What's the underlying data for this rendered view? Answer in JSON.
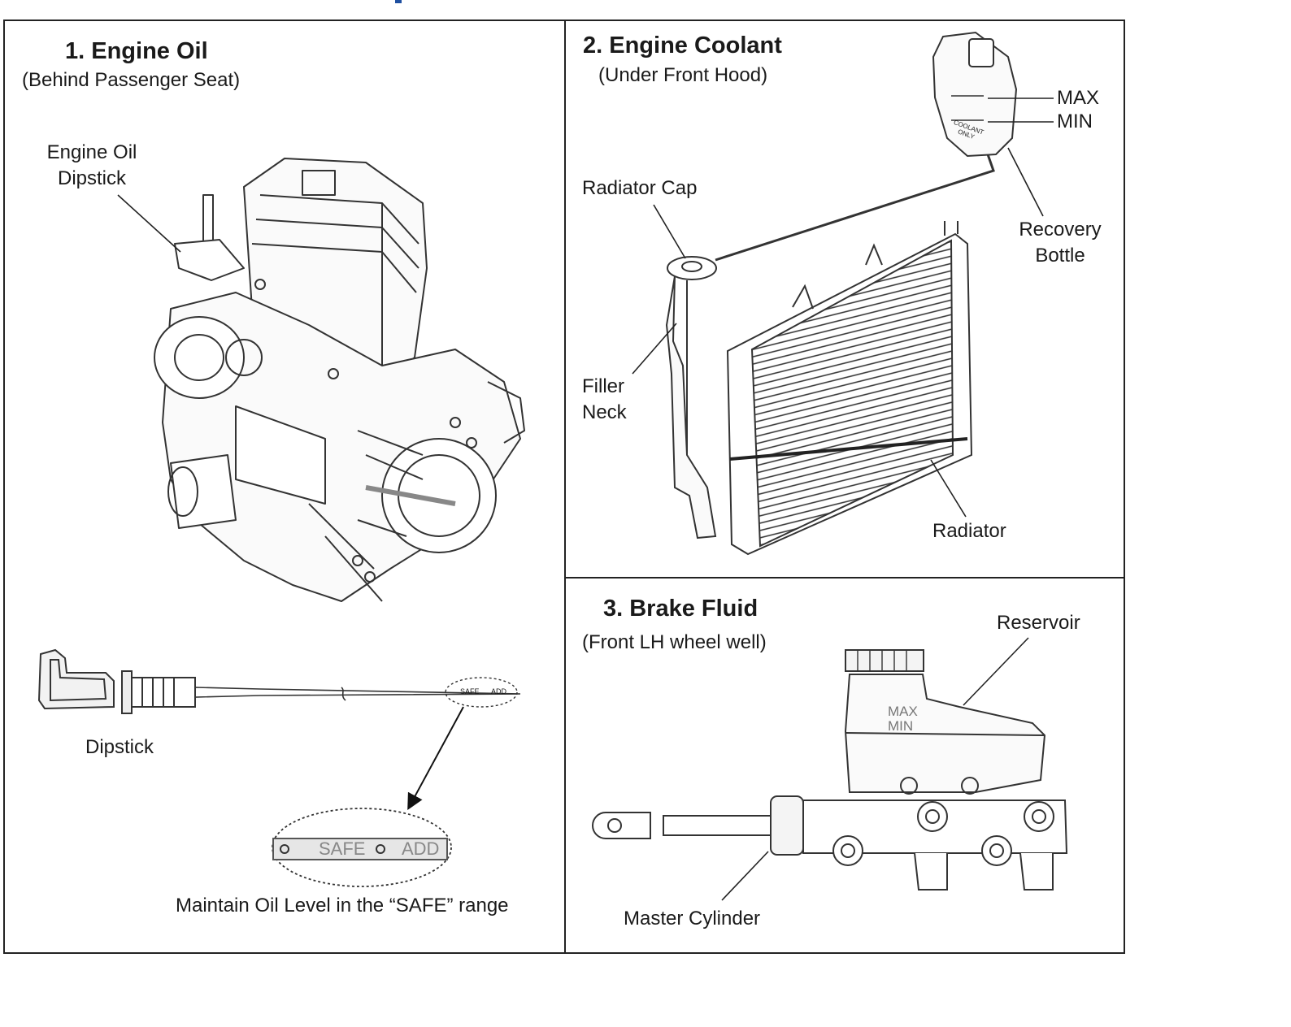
{
  "panels": {
    "oil": {
      "title": "1. Engine Oil",
      "subtitle": "(Behind Passenger Seat)",
      "dipstick_callout_line1": "Engine Oil",
      "dipstick_callout_line2": "Dipstick",
      "dipstick_label": "Dipstick",
      "stick_safe": "SAFE",
      "stick_add": "ADD",
      "note": "Maintain Oil Level in the “SAFE” range"
    },
    "coolant": {
      "title": "2. Engine Coolant",
      "subtitle": "(Under Front Hood)",
      "max": "MAX",
      "min": "MIN",
      "bottle_text": "COOLANT ONLY",
      "recovery_line1": "Recovery",
      "recovery_line2": "Bottle",
      "radiator_cap": "Radiator Cap",
      "filler_line1": "Filler",
      "filler_line2": "Neck",
      "radiator": "Radiator"
    },
    "brake": {
      "title": "3. Brake Fluid",
      "subtitle": "(Front LH wheel well)",
      "reservoir": "Reservoir",
      "res_max": "MAX",
      "res_min": "MIN",
      "master_cylinder": "Master Cylinder"
    }
  }
}
